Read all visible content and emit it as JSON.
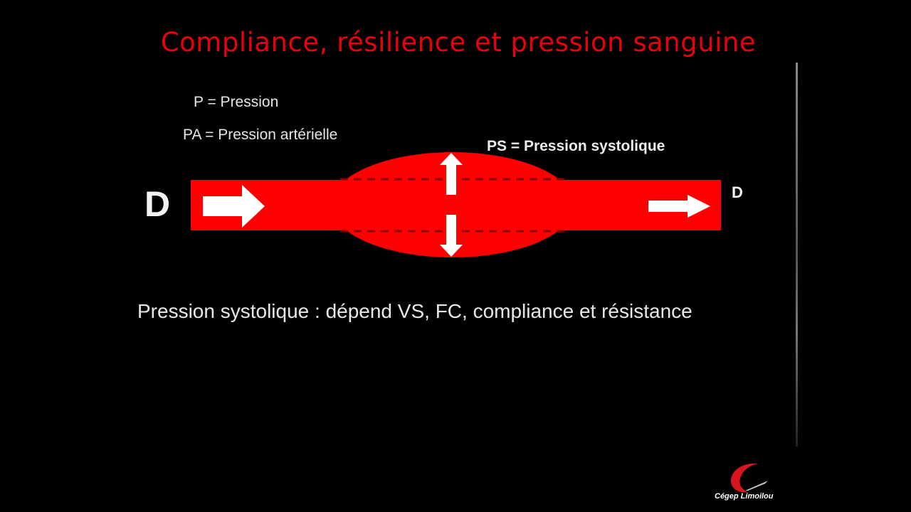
{
  "slide": {
    "title": "Compliance, résilience et pression sanguine",
    "definitions": [
      {
        "label": "P = Pression"
      },
      {
        "label": "PA = Pression artérielle"
      }
    ],
    "diagram": {
      "ps_label": "PS = Pression systolique",
      "flow_in_label": "D",
      "flow_out_label": "D",
      "colors": {
        "vessel": "#ff0000",
        "arrows": "#ffffff",
        "dashes": "#8b0000",
        "background": "#000000"
      }
    },
    "caption": "Pression systolique : dépend VS, FC, compliance et résistance",
    "logo": {
      "text": "Cégep Limoilou",
      "icon": "cegep-limoilou-logo-icon",
      "accent": "#d8141e"
    }
  }
}
